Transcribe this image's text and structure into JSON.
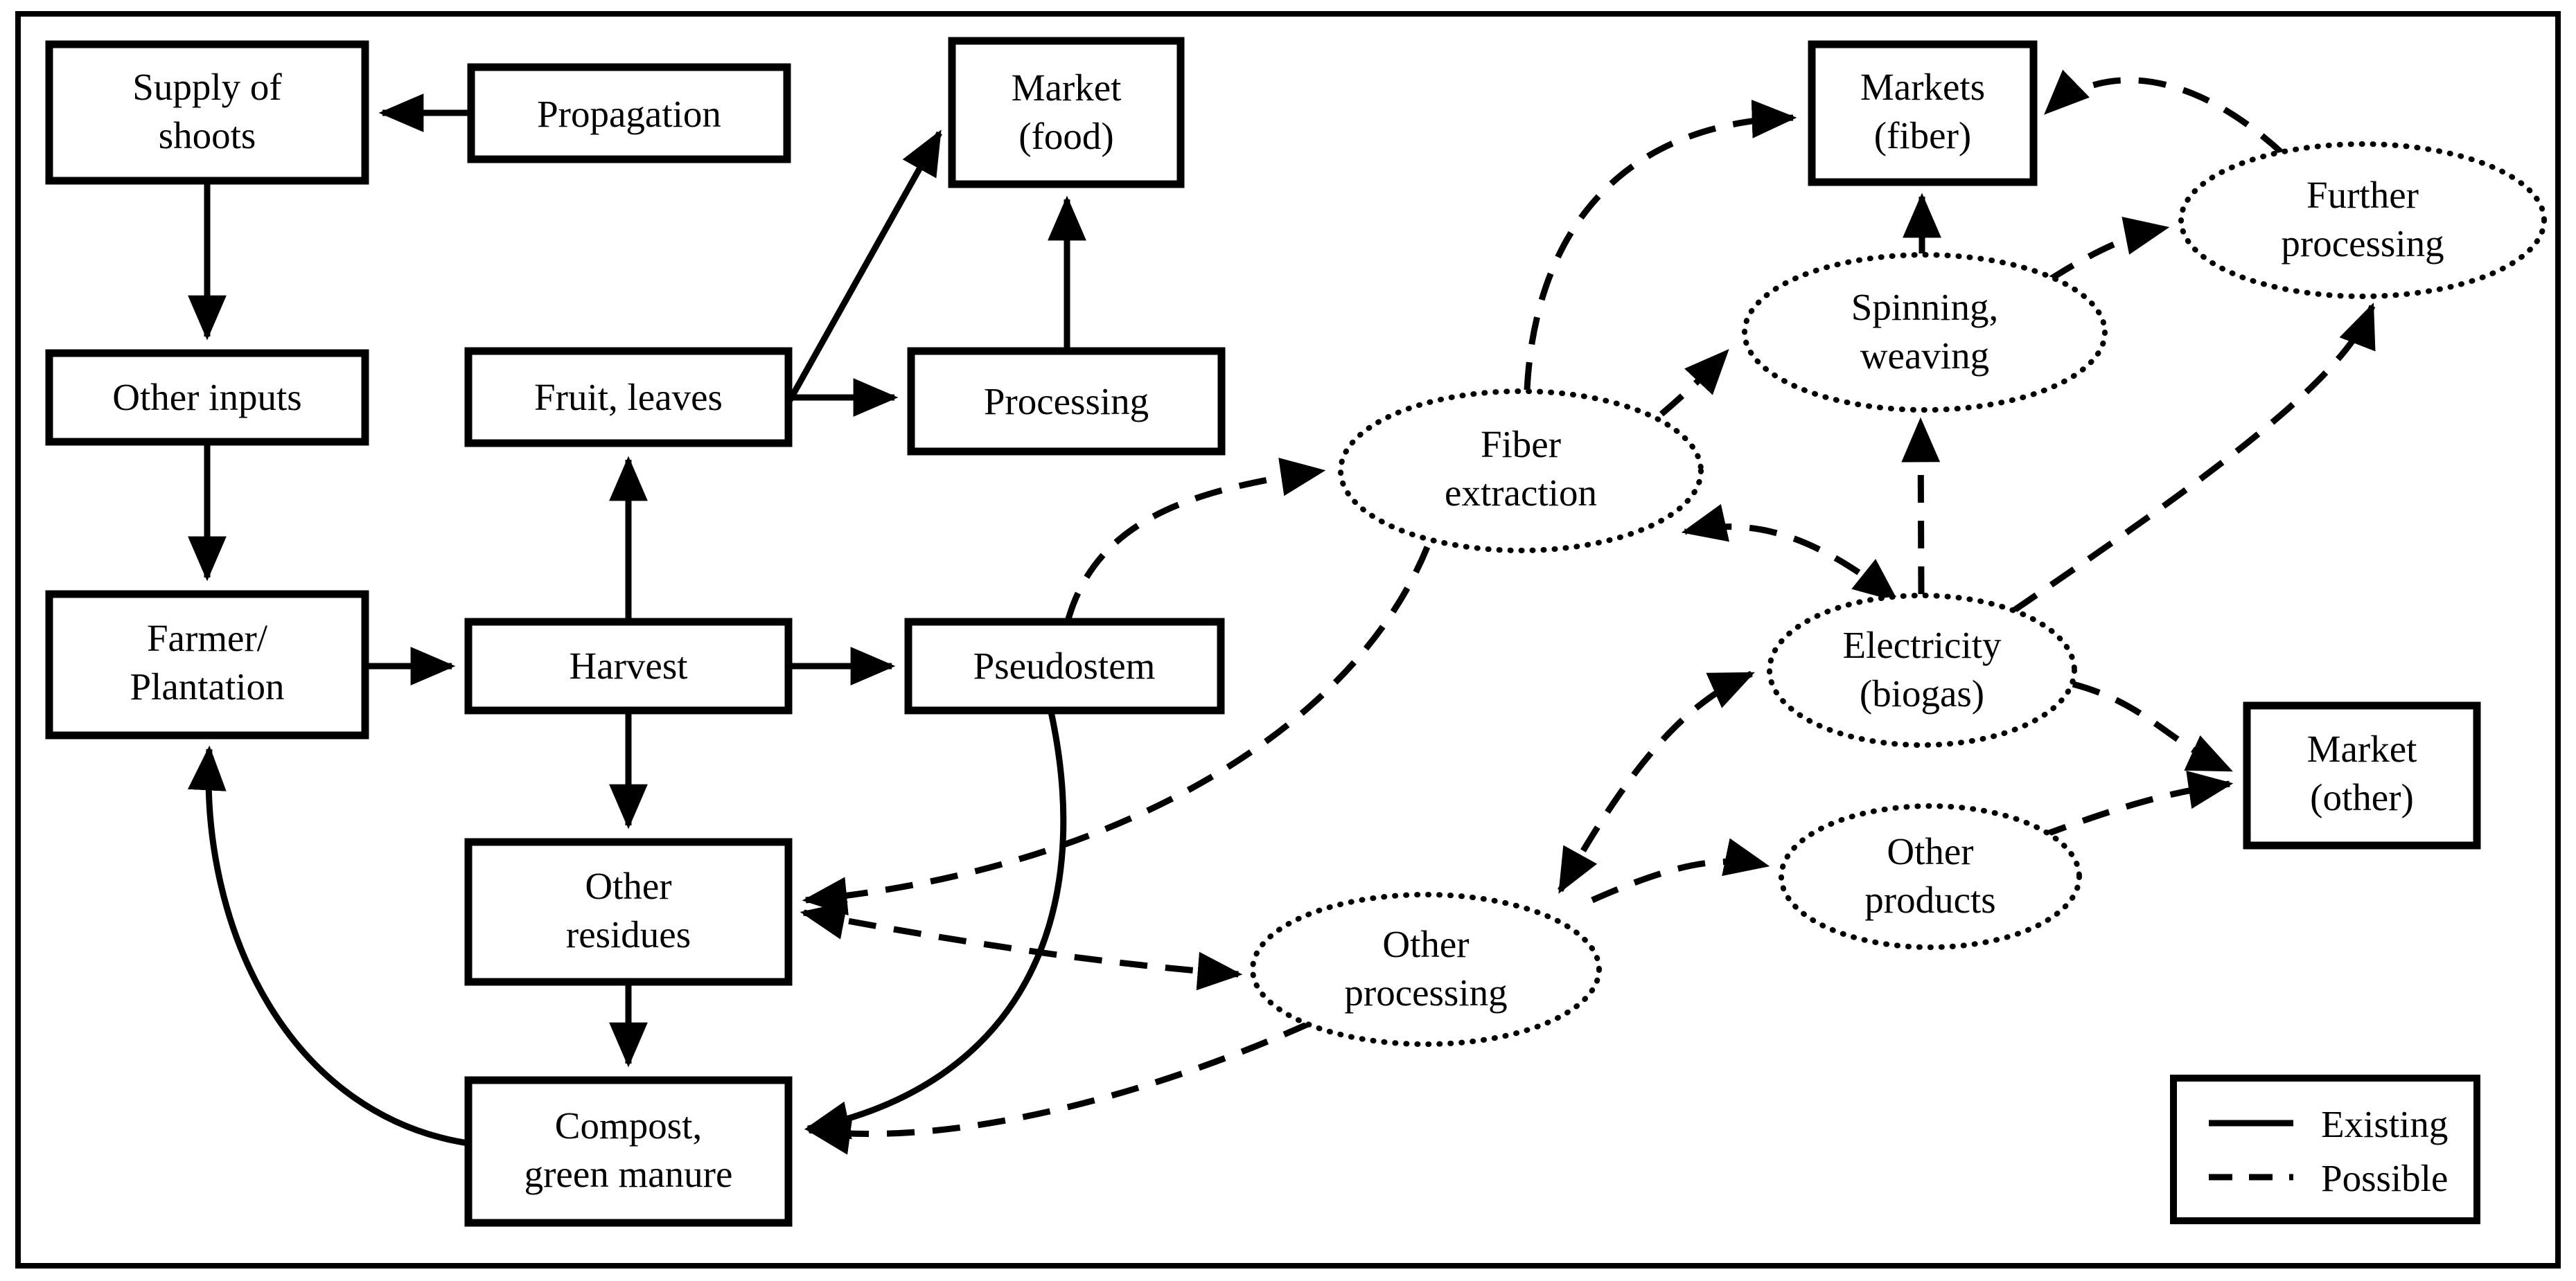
{
  "figure": {
    "background_color": "#ffffff",
    "line_color": "#000000",
    "description": "Flow diagram of crop production and fiber value chain with existing (solid) and possible (dashed) linkages"
  },
  "legend": {
    "existing_label": "Existing",
    "possible_label": "Possible"
  },
  "nodes": {
    "supply_shoots": {
      "shape": "box",
      "line1": "Supply of",
      "line2": "shoots"
    },
    "propagation": {
      "shape": "box",
      "line1": "Propagation"
    },
    "market_food": {
      "shape": "box",
      "line1": "Market",
      "line2": "(food)"
    },
    "other_inputs": {
      "shape": "box",
      "line1": "Other inputs"
    },
    "fruit_leaves": {
      "shape": "box",
      "line1": "Fruit, leaves"
    },
    "processing": {
      "shape": "box",
      "line1": "Processing"
    },
    "farmer_plantation": {
      "shape": "box",
      "line1": "Farmer/",
      "line2": "Plantation"
    },
    "harvest": {
      "shape": "box",
      "line1": "Harvest"
    },
    "pseudostem": {
      "shape": "box",
      "line1": "Pseudostem"
    },
    "other_residues": {
      "shape": "box",
      "line1": "Other",
      "line2": "residues"
    },
    "compost": {
      "shape": "box",
      "line1": "Compost,",
      "line2": "green manure"
    },
    "markets_fiber": {
      "shape": "box",
      "line1": "Markets",
      "line2": "(fiber)"
    },
    "market_other": {
      "shape": "box",
      "line1": "Market",
      "line2": "(other)"
    },
    "fiber_extraction": {
      "shape": "ellipse",
      "line1": "Fiber",
      "line2": "extraction"
    },
    "spinning_weaving": {
      "shape": "ellipse",
      "line1": "Spinning,",
      "line2": "weaving"
    },
    "further_processing": {
      "shape": "ellipse",
      "line1": "Further",
      "line2": "processing"
    },
    "electricity_biogas": {
      "shape": "ellipse",
      "line1": "Electricity",
      "line2": "(biogas)"
    },
    "other_products": {
      "shape": "ellipse",
      "line1": "Other",
      "line2": "products"
    },
    "other_processing": {
      "shape": "ellipse",
      "line1": "Other",
      "line2": "processing"
    }
  },
  "edges": [
    {
      "from": "propagation",
      "to": "supply_shoots",
      "type": "existing",
      "bidirectional": false
    },
    {
      "from": "supply_shoots",
      "to": "other_inputs",
      "type": "existing",
      "bidirectional": false
    },
    {
      "from": "other_inputs",
      "to": "farmer_plantation",
      "type": "existing",
      "bidirectional": false
    },
    {
      "from": "farmer_plantation",
      "to": "harvest",
      "type": "existing",
      "bidirectional": false
    },
    {
      "from": "harvest",
      "to": "fruit_leaves",
      "type": "existing",
      "bidirectional": false
    },
    {
      "from": "fruit_leaves",
      "to": "market_food",
      "type": "existing",
      "bidirectional": false
    },
    {
      "from": "fruit_leaves",
      "to": "processing",
      "type": "existing",
      "bidirectional": false
    },
    {
      "from": "processing",
      "to": "market_food",
      "type": "existing",
      "bidirectional": false
    },
    {
      "from": "harvest",
      "to": "pseudostem",
      "type": "existing",
      "bidirectional": false
    },
    {
      "from": "harvest",
      "to": "other_residues",
      "type": "existing",
      "bidirectional": false
    },
    {
      "from": "other_residues",
      "to": "compost",
      "type": "existing",
      "bidirectional": false
    },
    {
      "from": "compost",
      "to": "farmer_plantation",
      "type": "existing",
      "bidirectional": false
    },
    {
      "from": "pseudostem",
      "to": "compost",
      "type": "existing",
      "bidirectional": false
    },
    {
      "from": "pseudostem",
      "to": "fiber_extraction",
      "type": "possible",
      "bidirectional": false
    },
    {
      "from": "fiber_extraction",
      "to": "markets_fiber",
      "type": "possible",
      "bidirectional": false
    },
    {
      "from": "fiber_extraction",
      "to": "spinning_weaving",
      "type": "possible",
      "bidirectional": false
    },
    {
      "from": "spinning_weaving",
      "to": "markets_fiber",
      "type": "possible",
      "bidirectional": false
    },
    {
      "from": "spinning_weaving",
      "to": "further_processing",
      "type": "possible",
      "bidirectional": false
    },
    {
      "from": "further_processing",
      "to": "markets_fiber",
      "type": "possible",
      "bidirectional": false
    },
    {
      "from": "electricity_biogas",
      "to": "spinning_weaving",
      "type": "possible",
      "bidirectional": false
    },
    {
      "from": "electricity_biogas",
      "to": "fiber_extraction",
      "type": "possible",
      "bidirectional": true
    },
    {
      "from": "electricity_biogas",
      "to": "further_processing",
      "type": "possible",
      "bidirectional": false
    },
    {
      "from": "other_processing",
      "to": "electricity_biogas",
      "type": "possible",
      "bidirectional": true
    },
    {
      "from": "other_processing",
      "to": "other_products",
      "type": "possible",
      "bidirectional": false
    },
    {
      "from": "other_processing",
      "to": "compost",
      "type": "possible",
      "bidirectional": false
    },
    {
      "from": "other_residues",
      "to": "other_processing",
      "type": "possible",
      "bidirectional": true
    },
    {
      "from": "fiber_extraction",
      "to": "other_residues",
      "type": "possible",
      "bidirectional": false
    },
    {
      "from": "electricity_biogas",
      "to": "market_other",
      "type": "possible",
      "bidirectional": false
    },
    {
      "from": "other_products",
      "to": "market_other",
      "type": "possible",
      "bidirectional": false
    }
  ]
}
